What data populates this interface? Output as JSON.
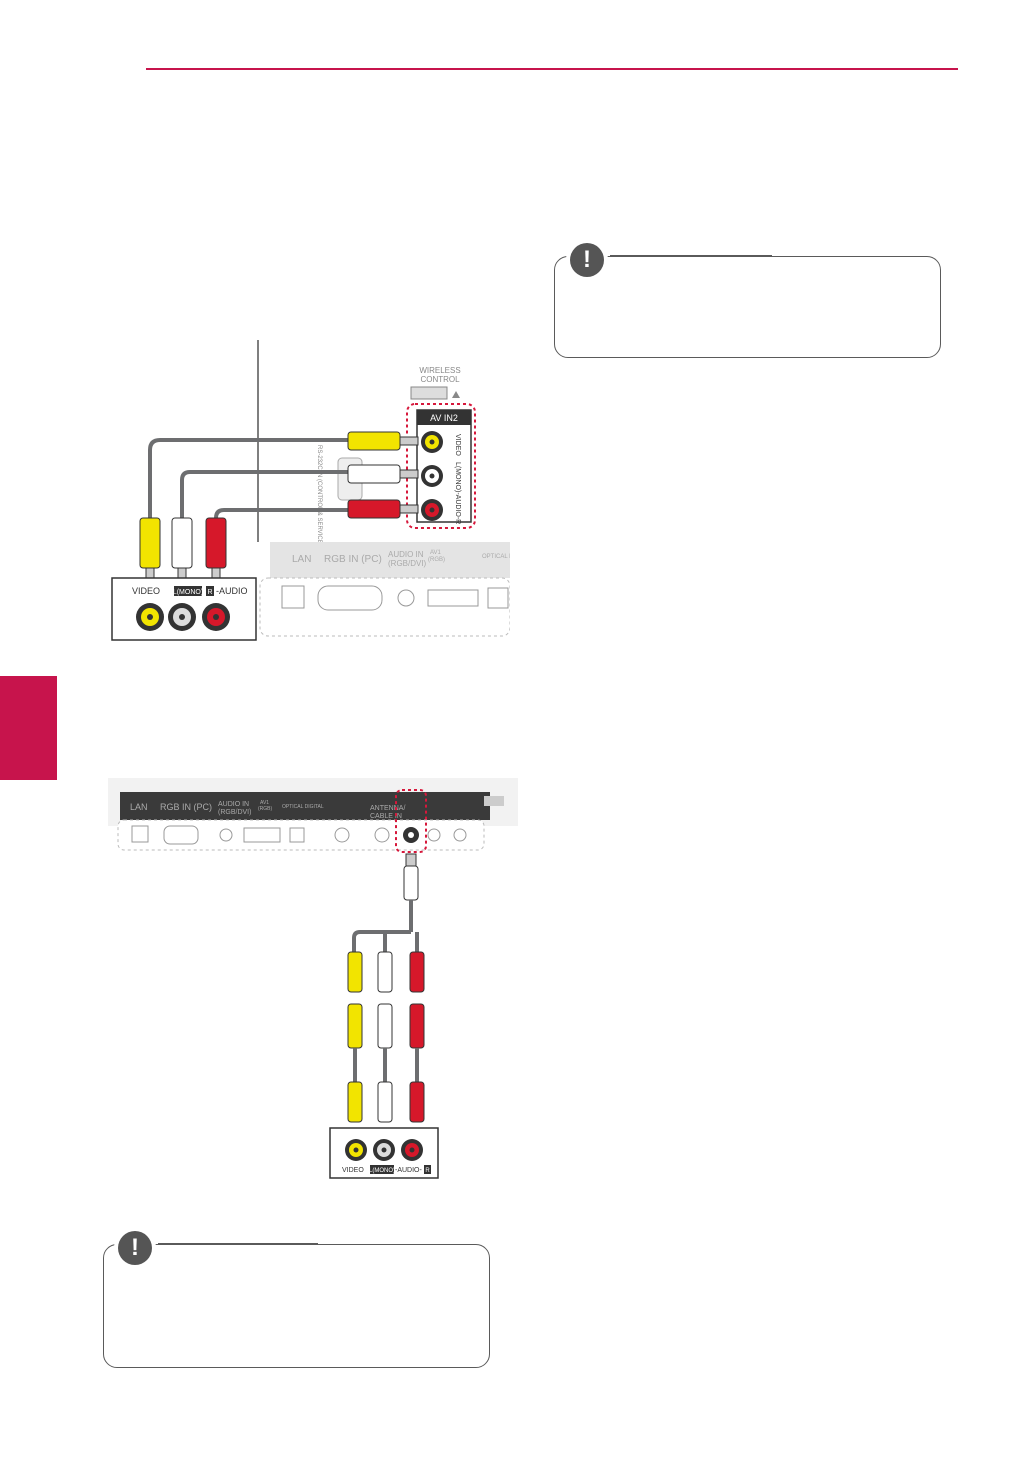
{
  "colors": {
    "accent": "#c7144c",
    "cable_gray": "#6d6e70",
    "plug_yellow": "#f2e400",
    "plug_white": "#ffffff",
    "plug_red": "#d6182a",
    "dotted_red": "#d6183b",
    "panel_dark": "#3a3a3a",
    "note_border": "#5a5a5a"
  },
  "figure1": {
    "wireless_control": "WIRELESS\nCONTROL",
    "av_in2": "AV IN2",
    "port_labels": [
      "VIDEO",
      "L(MONO)",
      "AUDIO",
      "R"
    ],
    "rs232c": "RS-232C IN (CONTROL & SERVICE)",
    "panel_labels": [
      "LAN",
      "RGB IN (PC)",
      "AUDIO IN (RGB/DVI)",
      "AV1 (RGB)",
      "OPTICAL DIGITAL AUDIO OUT"
    ],
    "device_labels": [
      "VIDEO",
      "L(MONO)",
      "R",
      "AUDIO"
    ]
  },
  "figure2": {
    "panel_labels": [
      "LAN",
      "RGB IN (PC)",
      "AUDIO IN (RGB/DVI)",
      "AV1 (RGB)",
      "OPTICAL DIGITAL AUDIO OUT",
      "ANTENNA / CABLE IN"
    ],
    "device_labels": [
      "VIDEO",
      "L(MONO)",
      "AUDIO",
      "R"
    ]
  },
  "icons": {
    "note": "exclamation-icon"
  }
}
